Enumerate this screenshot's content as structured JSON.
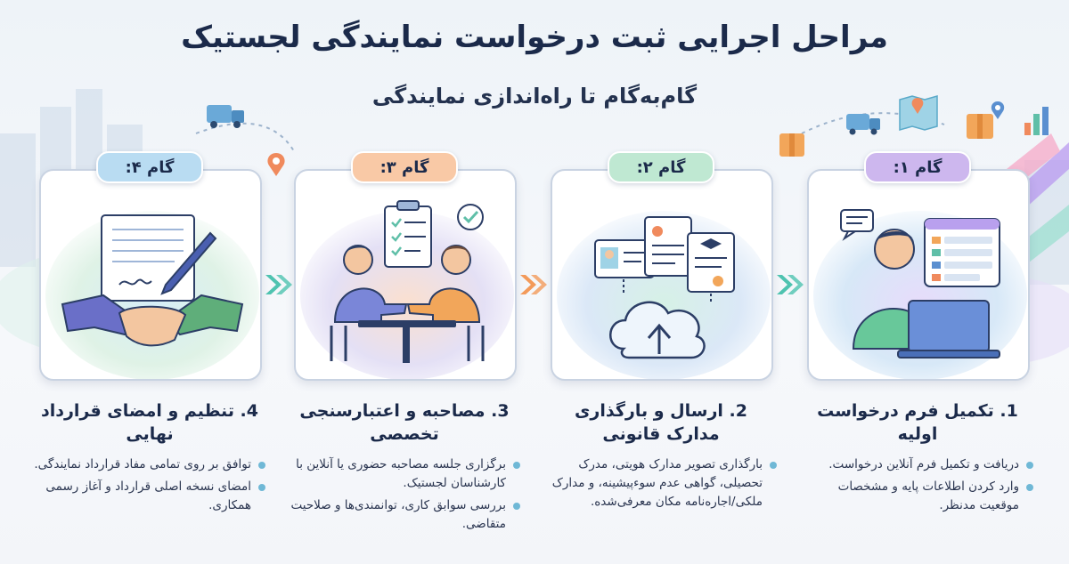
{
  "header": {
    "title": "مراحل اجرایی ثبت درخواست نمایندگی لجستیک",
    "subtitle": "گام‌به‌گام تا راه‌اندازی نمایندگی"
  },
  "colors": {
    "step1_badge": "#cdb7ee",
    "step2_badge": "#bfe8d2",
    "step3_badge": "#f9c9a6",
    "step4_badge": "#b9dcf2",
    "arrow_teal": "#4fc3b0",
    "arrow_orange": "#f39a5a",
    "bullet": "#6fb8d6"
  },
  "steps": [
    {
      "badge": "گام ۱:",
      "title": "1. تکمیل فرم درخواست اولیه",
      "bullets": [
        "دریافت و تکمیل فرم آنلاین درخواست.",
        "وارد کردن اطلاعات پایه و مشخصات موقعیت مدنظر."
      ],
      "icons": [
        "person-laptop-icon",
        "form-window-icon",
        "chat-bubble-icon"
      ]
    },
    {
      "badge": "گام ۲:",
      "title": "2. ارسال و بارگذاری مدارک قانونی",
      "bullets": [
        "بارگذاری تصویر مدارک هویتی، مدرک تحصیلی، گواهی عدم سوءپیشینه، و مدارک ملکی/اجاره‌نامه مکان معرفی‌شده."
      ],
      "icons": [
        "id-card-icon",
        "document-icon",
        "certificate-icon",
        "cloud-upload-icon"
      ]
    },
    {
      "badge": "گام ۳:",
      "title": "3. مصاحبه و اعتبارسنجی تخصصی",
      "bullets": [
        "برگزاری جلسه مصاحبه حضوری یا آنلاین با کارشناسان لجستیک.",
        "بررسی سوابق کاری، توانمندی‌ها و صلاحیت متقاضی."
      ],
      "icons": [
        "interview-handshake-icon",
        "checklist-clipboard-icon",
        "check-circle-icon"
      ]
    },
    {
      "badge": "گام ۴:",
      "title": "4. تنظیم و امضای قرارداد نهایی",
      "bullets": [
        "توافق بر روی تمامی مفاد قرارداد نمایندگی.",
        "امضای نسخه اصلی قرارداد و آغاز رسمی همکاری."
      ],
      "icons": [
        "contract-document-icon",
        "pen-icon",
        "handshake-icon"
      ]
    }
  ]
}
